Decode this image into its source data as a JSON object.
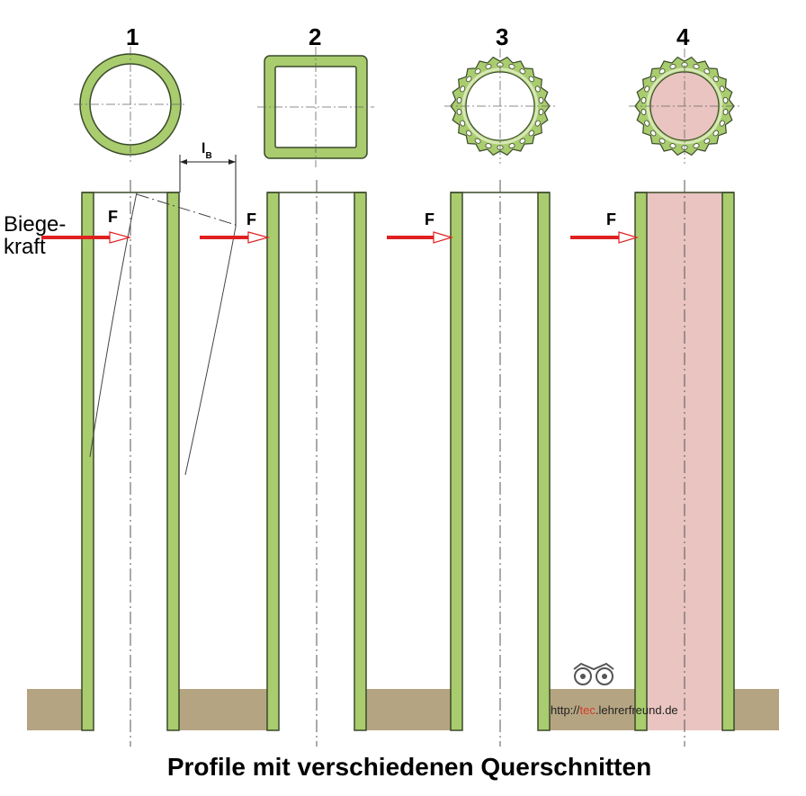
{
  "profiles": [
    {
      "number": "1",
      "cross_section": "round-tube"
    },
    {
      "number": "2",
      "cross_section": "square-tube"
    },
    {
      "number": "3",
      "cross_section": "perforated-tube"
    },
    {
      "number": "4",
      "cross_section": "filled-perforated-tube"
    }
  ],
  "force_label": "F",
  "bending_label_line1": "Biege-",
  "bending_label_line2": "kraft",
  "deflection_label": "l",
  "deflection_sub": "B",
  "caption": "Profile mit verschiedenen Querschnitten",
  "watermark": {
    "prefix": "http://",
    "accent": "tec",
    "suffix": ".lehrerfreund.de"
  },
  "colors": {
    "wall": "#a9cc6e",
    "wall_stroke": "#3a4a2a",
    "fill": "#e9c4c0",
    "ground": "#b5a482",
    "arrow": "#e02020"
  }
}
